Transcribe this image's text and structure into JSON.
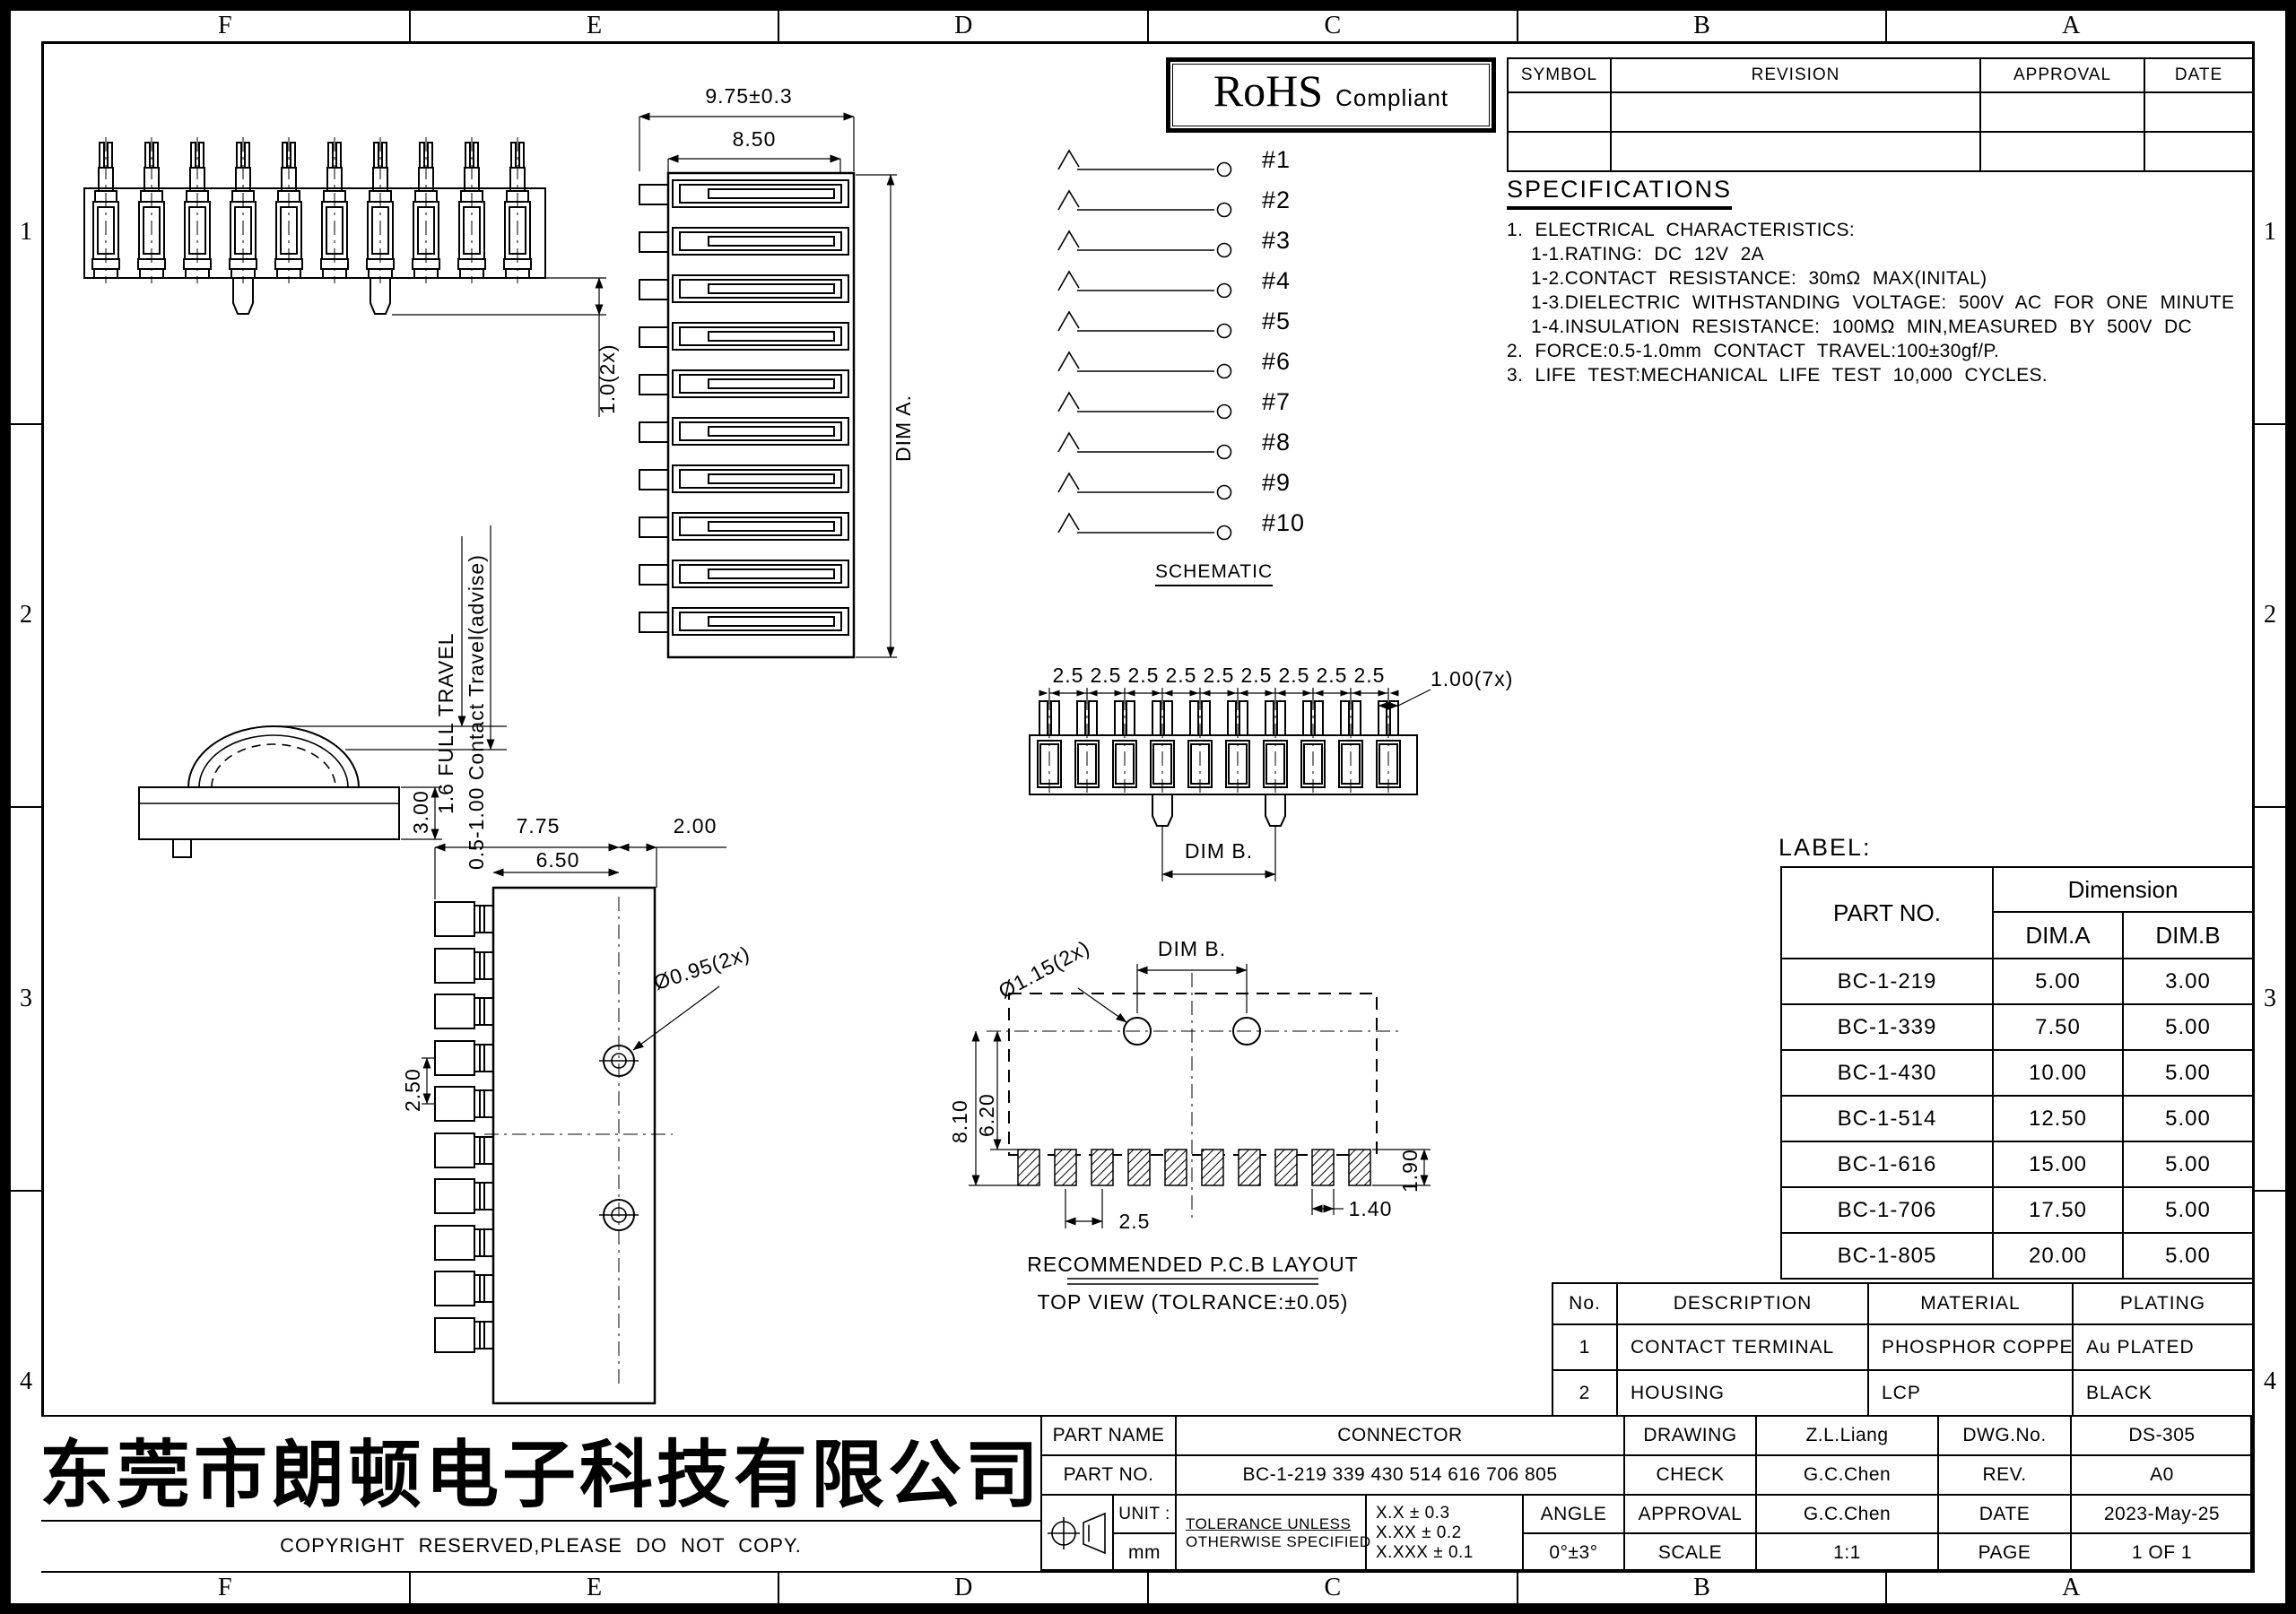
{
  "zones": {
    "columns": [
      "F",
      "E",
      "D",
      "C",
      "B",
      "A"
    ],
    "rows": [
      "1",
      "2",
      "3",
      "4"
    ]
  },
  "rohs": {
    "title": "RoHS",
    "subtitle": "Compliant"
  },
  "revision_table": {
    "headers": [
      "SYMBOL",
      "REVISION",
      "APPROVAL",
      "DATE"
    ],
    "empty_rows": 2
  },
  "specifications": {
    "title": "SPECIFICATIONS",
    "lines": [
      {
        "text": "1. ELECTRICAL CHARACTERISTICS:",
        "indent": false
      },
      {
        "text": "1-1.RATING: DC 12V 2A",
        "indent": true
      },
      {
        "text": "1-2.CONTACT RESISTANCE: 30mΩ MAX(INITAL)",
        "indent": true
      },
      {
        "text": "1-3.DIELECTRIC WITHSTANDING VOLTAGE: 500V AC FOR ONE MINUTE",
        "indent": true
      },
      {
        "text": "1-4.INSULATION RESISTANCE: 100MΩ MIN,MEASURED BY 500V DC",
        "indent": true
      },
      {
        "text": "2. FORCE:0.5-1.0mm CONTACT TRAVEL:100±30gf/P.",
        "indent": false
      },
      {
        "text": "3. LIFE TEST:MECHANICAL LIFE TEST 10,000 CYCLES.",
        "indent": false
      }
    ]
  },
  "schematic": {
    "caption": "SCHEMATIC",
    "pins": [
      "#1",
      "#2",
      "#3",
      "#4",
      "#5",
      "#6",
      "#7",
      "#8",
      "#9",
      "#10"
    ]
  },
  "views": {
    "terminal_strip": {
      "dim_height": "1.0(2x)"
    },
    "front": {
      "dim_width_outer": "9.75±0.3",
      "dim_width_inner": "8.50",
      "dim_a": "DIM A."
    },
    "contact_side": {
      "full_travel": "1.6 FULL TRAVEL",
      "contact_travel": "0.5-1.00 Contact Travel(advise)",
      "dim_height": "3.00"
    },
    "side": {
      "dim_width_outer": "7.75",
      "dim_width_inner": "6.50",
      "dim_right": "2.00",
      "dim_pitch": "2.50",
      "dim_peg": "Ø0.95(2x)"
    },
    "row_top": {
      "pitch_labels": [
        "2.5",
        "2.5",
        "2.5",
        "2.5",
        "2.5",
        "2.5",
        "2.5",
        "2.5",
        "2.5"
      ],
      "dim_prong": "1.00(7x)",
      "dim_b": "DIM B."
    },
    "pcb": {
      "dim_b": "DIM B.",
      "dim_hole": "Ø1.15(2x)",
      "dim_height_outer": "8.10",
      "dim_height_inner": "6.20",
      "dim_pad_height": "1.90",
      "dim_pitch": "2.5",
      "dim_pad_width": "1.40",
      "caption_line1": "RECOMMENDED P.C.B LAYOUT",
      "caption_line2": "TOP VIEW (TOLRANCE:±0.05)"
    }
  },
  "label_table": {
    "title": "LABEL:",
    "col_part": "PART NO.",
    "col_dimension": "Dimension",
    "col_dim_a": "DIM.A",
    "col_dim_b": "DIM.B",
    "rows": [
      [
        "BC-1-219",
        "5.00",
        "3.00"
      ],
      [
        "BC-1-339",
        "7.50",
        "5.00"
      ],
      [
        "BC-1-430",
        "10.00",
        "5.00"
      ],
      [
        "BC-1-514",
        "12.50",
        "5.00"
      ],
      [
        "BC-1-616",
        "15.00",
        "5.00"
      ],
      [
        "BC-1-706",
        "17.50",
        "5.00"
      ],
      [
        "BC-1-805",
        "20.00",
        "5.00"
      ]
    ]
  },
  "bom_table": {
    "headers": [
      "No.",
      "DESCRIPTION",
      "MATERIAL",
      "PLATING"
    ],
    "rows": [
      [
        "1",
        "CONTACT TERMINAL",
        "PHOSPHOR COPPER",
        "Au PLATED"
      ],
      [
        "2",
        "HOUSING",
        "LCP",
        "BLACK"
      ]
    ]
  },
  "title_block": {
    "part_name_label": "PART NAME",
    "part_name": "CONNECTOR",
    "part_no_label": "PART NO.",
    "part_no": "BC-1-219 339 430 514 616 706 805",
    "drawing_label": "DRAWING",
    "drawing": "Z.L.Liang",
    "check_label": "CHECK",
    "check": "G.C.Chen",
    "approval_label": "APPROVAL",
    "approval": "G.C.Chen",
    "scale_label": "SCALE",
    "scale": "1:1",
    "dwg_no_label": "DWG.No.",
    "dwg_no": "DS-305",
    "rev_label": "REV.",
    "rev": "A0",
    "date_label": "DATE",
    "date": "2023-May-25",
    "page_label": "PAGE",
    "page": "1 OF 1",
    "unit_label": "UNIT :",
    "unit": "mm",
    "tol_note1": "TOLERANCE UNLESS",
    "tol_note2": "OTHERWISE SPECIFIED",
    "tol_1": "X.X ± 0.3",
    "tol_2": "X.XX ± 0.2",
    "tol_3": "X.XXX ± 0.1",
    "angle_label": "ANGLE",
    "angle": "0°±3°"
  },
  "company": {
    "name": "东莞市朗顿电子科技有限公司",
    "copyright": "COPYRIGHT RESERVED,PLEASE DO NOT COPY."
  }
}
